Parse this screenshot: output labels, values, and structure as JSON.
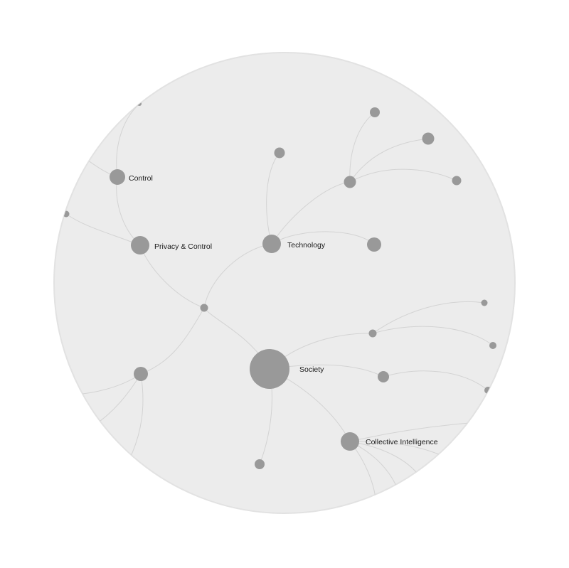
{
  "colors": {
    "background": "#ffffff",
    "circle_fill": "#ececec",
    "circle_stroke": "#e2e2e2",
    "node_fill": "#999999",
    "edge": "#d3d3d3",
    "label": "#1a1a1a"
  },
  "labels": {
    "society": "Society",
    "technology": "Technology",
    "privacy_control": "Privacy & Control",
    "control": "Control",
    "collective_intelligence": "Collective Intelligence"
  }
}
